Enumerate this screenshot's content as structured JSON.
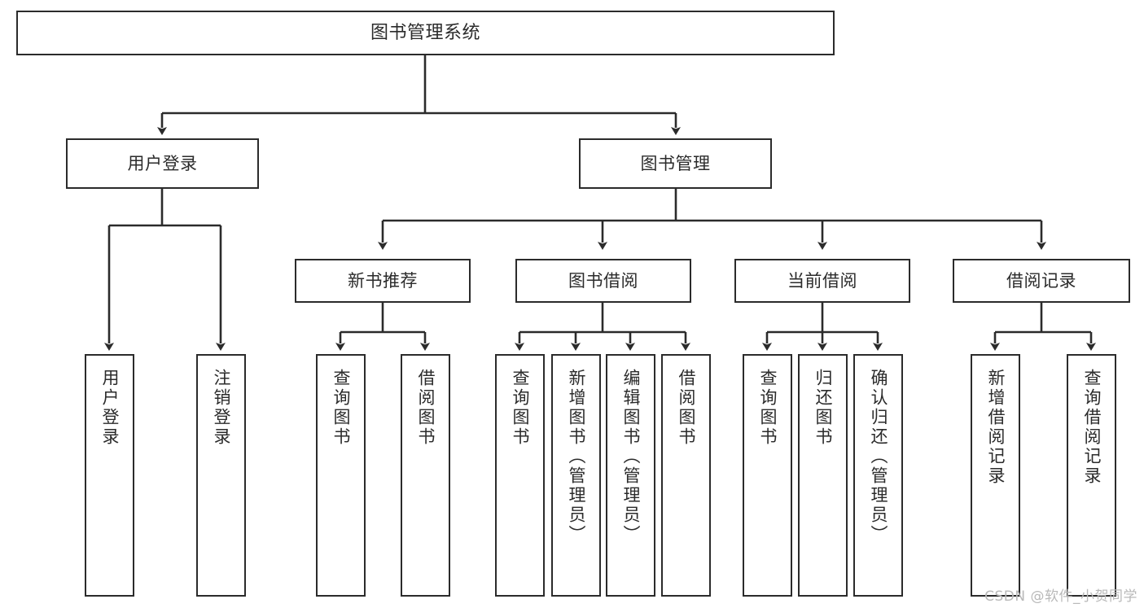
{
  "diagram": {
    "title": "图书管理系统",
    "type": "tree",
    "orientation": "top-down",
    "stroke_color": "#2b2b2b",
    "background_color": "#ffffff",
    "text_color": "#2b2b2b",
    "watermark": "CSDN @软件_小贺同学",
    "watermark_color": "#b9b9b9"
  },
  "nodes": {
    "root": {
      "label": "图书管理系统",
      "level": 0
    },
    "level1": [
      {
        "id": "user-login",
        "label": "用户登录"
      },
      {
        "id": "book-management",
        "label": "图书管理"
      }
    ],
    "level2": [
      {
        "id": "new-book-recommend",
        "label": "新书推荐",
        "parent": "book-management"
      },
      {
        "id": "book-borrow",
        "label": "图书借阅",
        "parent": "book-management"
      },
      {
        "id": "current-borrow",
        "label": "当前借阅",
        "parent": "book-management"
      },
      {
        "id": "borrow-record",
        "label": "借阅记录",
        "parent": "book-management"
      }
    ],
    "leaves": [
      {
        "id": "leaf-user-login",
        "label": "用户登录",
        "parent": "user-login"
      },
      {
        "id": "leaf-logout",
        "label": "注销登录",
        "parent": "user-login"
      },
      {
        "id": "leaf-query-books-1",
        "label": "查询图书",
        "parent": "new-book-recommend"
      },
      {
        "id": "leaf-borrow-books-1",
        "label": "借阅图书",
        "parent": "new-book-recommend"
      },
      {
        "id": "leaf-query-books-2",
        "label": "查询图书",
        "parent": "book-borrow"
      },
      {
        "id": "leaf-add-book",
        "label": "新增图书（管理员）",
        "parent": "book-borrow"
      },
      {
        "id": "leaf-edit-book",
        "label": "编辑图书（管理员）",
        "parent": "book-borrow"
      },
      {
        "id": "leaf-borrow-books-2",
        "label": "借阅图书",
        "parent": "book-borrow"
      },
      {
        "id": "leaf-query-books-3",
        "label": "查询图书",
        "parent": "current-borrow"
      },
      {
        "id": "leaf-return-book",
        "label": "归还图书",
        "parent": "current-borrow"
      },
      {
        "id": "leaf-confirm-return",
        "label": "确认归还（管理员）",
        "parent": "current-borrow"
      },
      {
        "id": "leaf-add-record",
        "label": "新增借阅记录",
        "parent": "borrow-record"
      },
      {
        "id": "leaf-query-record",
        "label": "查询借阅记录",
        "parent": "borrow-record"
      }
    ]
  }
}
